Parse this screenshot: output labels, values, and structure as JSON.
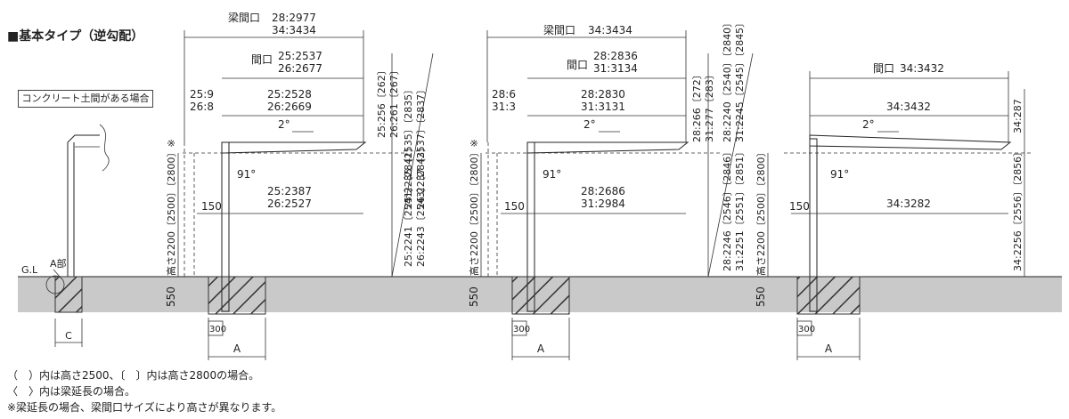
{
  "title": "■基本タイプ（逆勾配）",
  "concrete_label": "コンクリート土間がある場合",
  "marks": {
    "gl": "G.L",
    "a_part": "A部",
    "c": "C",
    "a": "A",
    "d300": "300",
    "d550": "550",
    "d150": "150",
    "angle91": "91°",
    "slope2": "2°"
  },
  "units": [
    {
      "beam_label": "梁間口",
      "beam_l1": "28:2977",
      "beam_l2": "34:3434",
      "open_label": "間口",
      "open_l1": "25:2537",
      "open_l2": "26:2677",
      "left_l1": "25:9",
      "left_l2": "26:8",
      "mid_l1": "25:2528",
      "mid_l2": "26:2669",
      "low_l1": "25:2387",
      "low_l2": "26:2527",
      "height_label": "高さ2200〔2500〕〔2800〕※",
      "right_top": [
        "25:256〔262〕",
        "26:261〔267〕"
      ],
      "right_mid": [
        "25:2235〔2535〕〔2835〕",
        "26:2237〔2537〕〔2837〕"
      ],
      "right_bot": [
        "25:2241〔2541〕〔2841〕",
        "26:2243〔2543〕〔2843〕"
      ]
    },
    {
      "beam_label": "梁間口",
      "beam_l1": "34:3434",
      "open_label": "間口",
      "open_l1": "28:2836",
      "open_l2": "31:3134",
      "left_l1": "28:6",
      "left_l2": "31:3",
      "mid_l1": "28:2830",
      "mid_l2": "31:3131",
      "low_l1": "28:2686",
      "low_l2": "31:2984",
      "height_label": "高さ2200〔2500〕〔2800〕※",
      "right_top": [
        "28:266〔272〕",
        "31:277〔283〕"
      ],
      "right_mid": [
        "28:2240〔2540〕〔2840〕",
        "31:2245〔2545〕〔2845〕"
      ],
      "right_bot": [
        "28:2246〔2546〕〔2846〕",
        "31:2251〔2551〕〔2851〕"
      ]
    },
    {
      "open_label": "間口",
      "open_l1": "34:3432",
      "mid_l1": "34:3432",
      "low_l1": "34:3282",
      "height_label": "高さ2200〔2500〕〔2800〕",
      "right_top": [
        "34:287"
      ],
      "right_mid": [
        "34:2256〔2556〕〔2856〕"
      ]
    }
  ],
  "notes": [
    "（　）内は高さ2500、〔　〕内は高さ2800の場合。",
    "〈　〉内は梁延長の場合。",
    "※梁延長の場合、梁間口サイズにより高さが異なります。"
  ]
}
